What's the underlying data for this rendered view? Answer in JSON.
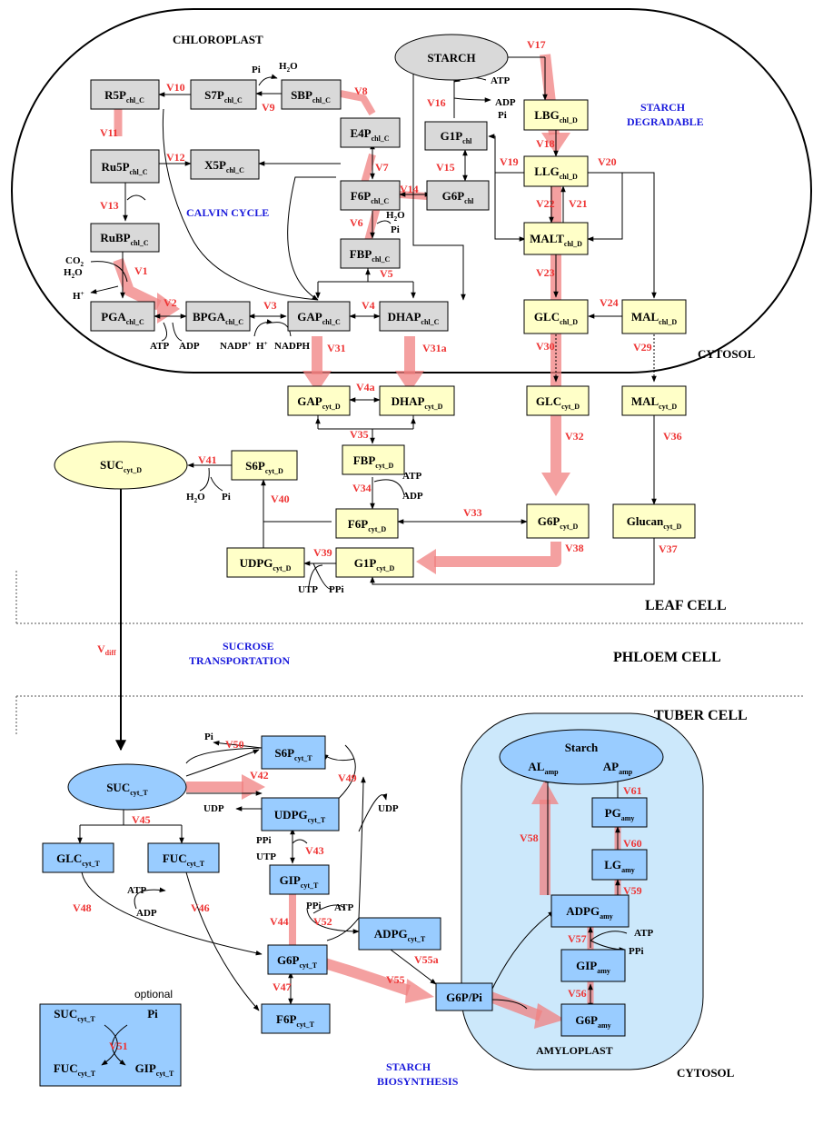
{
  "colors": {
    "chloroplast_node": "#d9d9d9",
    "cytosol_node": "#ffffc8",
    "tuber_node": "#99ccff",
    "amyloplast_bg": "#cce8fb",
    "pathway_arrow": "#f08080",
    "reaction_label": "#e33333",
    "section_label": "#1a1adc"
  },
  "sections": {
    "chloroplast": "CHLOROPLAST",
    "calvin": "CALVIN CYCLE",
    "starch_degradable_1": "STARCH",
    "starch_degradable_2": "DEGRADABLE",
    "cytosol_leaf": "CYTOSOL",
    "leaf_cell": "LEAF CELL",
    "phloem_cell": "PHLOEM CELL",
    "sucrose_transport_1": "SUCROSE",
    "sucrose_transport_2": "TRANSPORTATION",
    "tuber_cell": "TUBER CELL",
    "amyloplast": "AMYLOPLAST",
    "cytosol_tuber": "CYTOSOL",
    "starch_biosynthesis_1": "STARCH",
    "starch_biosynthesis_2": "BIOSYNTHESIS",
    "optional": "optional"
  },
  "nodes": [
    {
      "id": "r5p",
      "main": "R5P",
      "sub": "chl_C"
    },
    {
      "id": "s7p",
      "main": "S7P",
      "sub": "chl_C"
    },
    {
      "id": "sbp",
      "main": "SBP",
      "sub": "chl_C"
    },
    {
      "id": "e4p",
      "main": "E4P",
      "sub": "chl_C"
    },
    {
      "id": "ru5p",
      "main": "Ru5P",
      "sub": "chl_C"
    },
    {
      "id": "x5p",
      "main": "X5P",
      "sub": "chl_C"
    },
    {
      "id": "rubp",
      "main": "RuBP",
      "sub": "chl_C"
    },
    {
      "id": "pga",
      "main": "PGA",
      "sub": "chl_C"
    },
    {
      "id": "bpga",
      "main": "BPGA",
      "sub": "chl_C"
    },
    {
      "id": "gapc",
      "main": "GAP",
      "sub": "chl_C"
    },
    {
      "id": "dhapc",
      "main": "DHAP",
      "sub": "chl_C"
    },
    {
      "id": "f6pc",
      "main": "F6P",
      "sub": "chl_C"
    },
    {
      "id": "fbpc",
      "main": "FBP",
      "sub": "chl_C"
    },
    {
      "id": "starch_chl",
      "main": "STARCH",
      "sub": ""
    },
    {
      "id": "g1pchl",
      "main": "G1P",
      "sub": "chl"
    },
    {
      "id": "g6pchl",
      "main": "G6P",
      "sub": "chl"
    },
    {
      "id": "lbg",
      "main": "LBG",
      "sub": "chl_D"
    },
    {
      "id": "llg",
      "main": "LLG",
      "sub": "chl_D"
    },
    {
      "id": "malt",
      "main": "MALT",
      "sub": "chl_D"
    },
    {
      "id": "glcchl",
      "main": "GLC",
      "sub": "chl_D"
    },
    {
      "id": "malchl",
      "main": "MAL",
      "sub": "chl_D"
    },
    {
      "id": "gapd",
      "main": "GAP",
      "sub": "cyt_D"
    },
    {
      "id": "dhapd",
      "main": "DHAP",
      "sub": "cyt_D"
    },
    {
      "id": "glcd",
      "main": "GLC",
      "sub": "cyt_D"
    },
    {
      "id": "mald",
      "main": "MAL",
      "sub": "cyt_D"
    },
    {
      "id": "fbpd",
      "main": "FBP",
      "sub": "cyt_D"
    },
    {
      "id": "sucd",
      "main": "SUC",
      "sub": "cyt_D"
    },
    {
      "id": "s6pd",
      "main": "S6P",
      "sub": "cyt_D"
    },
    {
      "id": "f6pd",
      "main": "F6P",
      "sub": "cyt_D"
    },
    {
      "id": "g6pd",
      "main": "G6P",
      "sub": "cyt_D"
    },
    {
      "id": "glucand",
      "main": "Glucan",
      "sub": "cyt_D"
    },
    {
      "id": "udpgd",
      "main": "UDPG",
      "sub": "cyt_D"
    },
    {
      "id": "g1pd",
      "main": "G1P",
      "sub": "cyt_D"
    },
    {
      "id": "s6pt",
      "main": "S6P",
      "sub": "cyt_T"
    },
    {
      "id": "suct",
      "main": "SUC",
      "sub": "cyt_T"
    },
    {
      "id": "udpgt",
      "main": "UDPG",
      "sub": "cyt_T"
    },
    {
      "id": "glct",
      "main": "GLC",
      "sub": "cyt_T"
    },
    {
      "id": "fuct",
      "main": "FUC",
      "sub": "cyt_T"
    },
    {
      "id": "g1pt",
      "main": "GIP",
      "sub": "cyt_T"
    },
    {
      "id": "adpgt",
      "main": "ADPG",
      "sub": "cyt_T"
    },
    {
      "id": "g6pt",
      "main": "G6P",
      "sub": "cyt_T"
    },
    {
      "id": "f6pt",
      "main": "F6P",
      "sub": "cyt_T"
    },
    {
      "id": "g6ppi",
      "main": "G6P/Pi",
      "sub": ""
    },
    {
      "id": "starchamy",
      "main": "Starch",
      "sub": ""
    },
    {
      "id": "alamp",
      "main": "AL",
      "sub": "amp"
    },
    {
      "id": "apamp",
      "main": "AP",
      "sub": "amp"
    },
    {
      "id": "pgamy",
      "main": "PG",
      "sub": "amy"
    },
    {
      "id": "lgamy",
      "main": "LG",
      "sub": "amy"
    },
    {
      "id": "adpgamy",
      "main": "ADPG",
      "sub": "amy"
    },
    {
      "id": "g1pamy",
      "main": "GIP",
      "sub": "amy"
    },
    {
      "id": "g6pamy",
      "main": "G6P",
      "sub": "amy"
    },
    {
      "id": "optsuc",
      "main": "SUC",
      "sub": "cyt_T"
    },
    {
      "id": "optpi",
      "main": "Pi",
      "sub": ""
    },
    {
      "id": "optfuc",
      "main": "FUC",
      "sub": "cyt_T"
    },
    {
      "id": "optgip",
      "main": "GIP",
      "sub": "cyt_T"
    }
  ],
  "reactions": [
    "V1",
    "V2",
    "V3",
    "V4",
    "V5",
    "V6",
    "V7",
    "V8",
    "V9",
    "V10",
    "V11",
    "V12",
    "V13",
    "V14",
    "V15",
    "V16",
    "V17",
    "V18",
    "V19",
    "V20",
    "V21",
    "V22",
    "V23",
    "V24",
    "V29",
    "V30",
    "V31",
    "V31a",
    "V4a",
    "V32",
    "V33",
    "V34",
    "V35",
    "V36",
    "V37",
    "V38",
    "V39",
    "V40",
    "V41",
    "V",
    "diff",
    "V50",
    "V42",
    "V49",
    "V45",
    "V43",
    "V48",
    "V46",
    "V44",
    "V52",
    "V55a",
    "V47",
    "V55",
    "V58",
    "V61",
    "V60",
    "V59",
    "V57",
    "V56",
    "V51"
  ],
  "metabolites": [
    "Pi",
    "H",
    "2",
    "O",
    "ATP",
    "ADP",
    "Pi",
    "CO",
    "2",
    "H",
    "2",
    "O",
    "H",
    "+",
    "ATP",
    "ADP",
    "NADP",
    "+",
    "H",
    "+",
    "NADPH",
    "H",
    "2",
    "O",
    "Pi",
    "ATP",
    "ADP",
    "H",
    "2",
    "O",
    "Pi",
    "UTP",
    "PPi",
    "Pi",
    "UDP",
    "UDP",
    "PPi",
    "UTP",
    "ATP",
    "ADP",
    "PPi",
    "ATP",
    "ATP",
    "PPi"
  ]
}
